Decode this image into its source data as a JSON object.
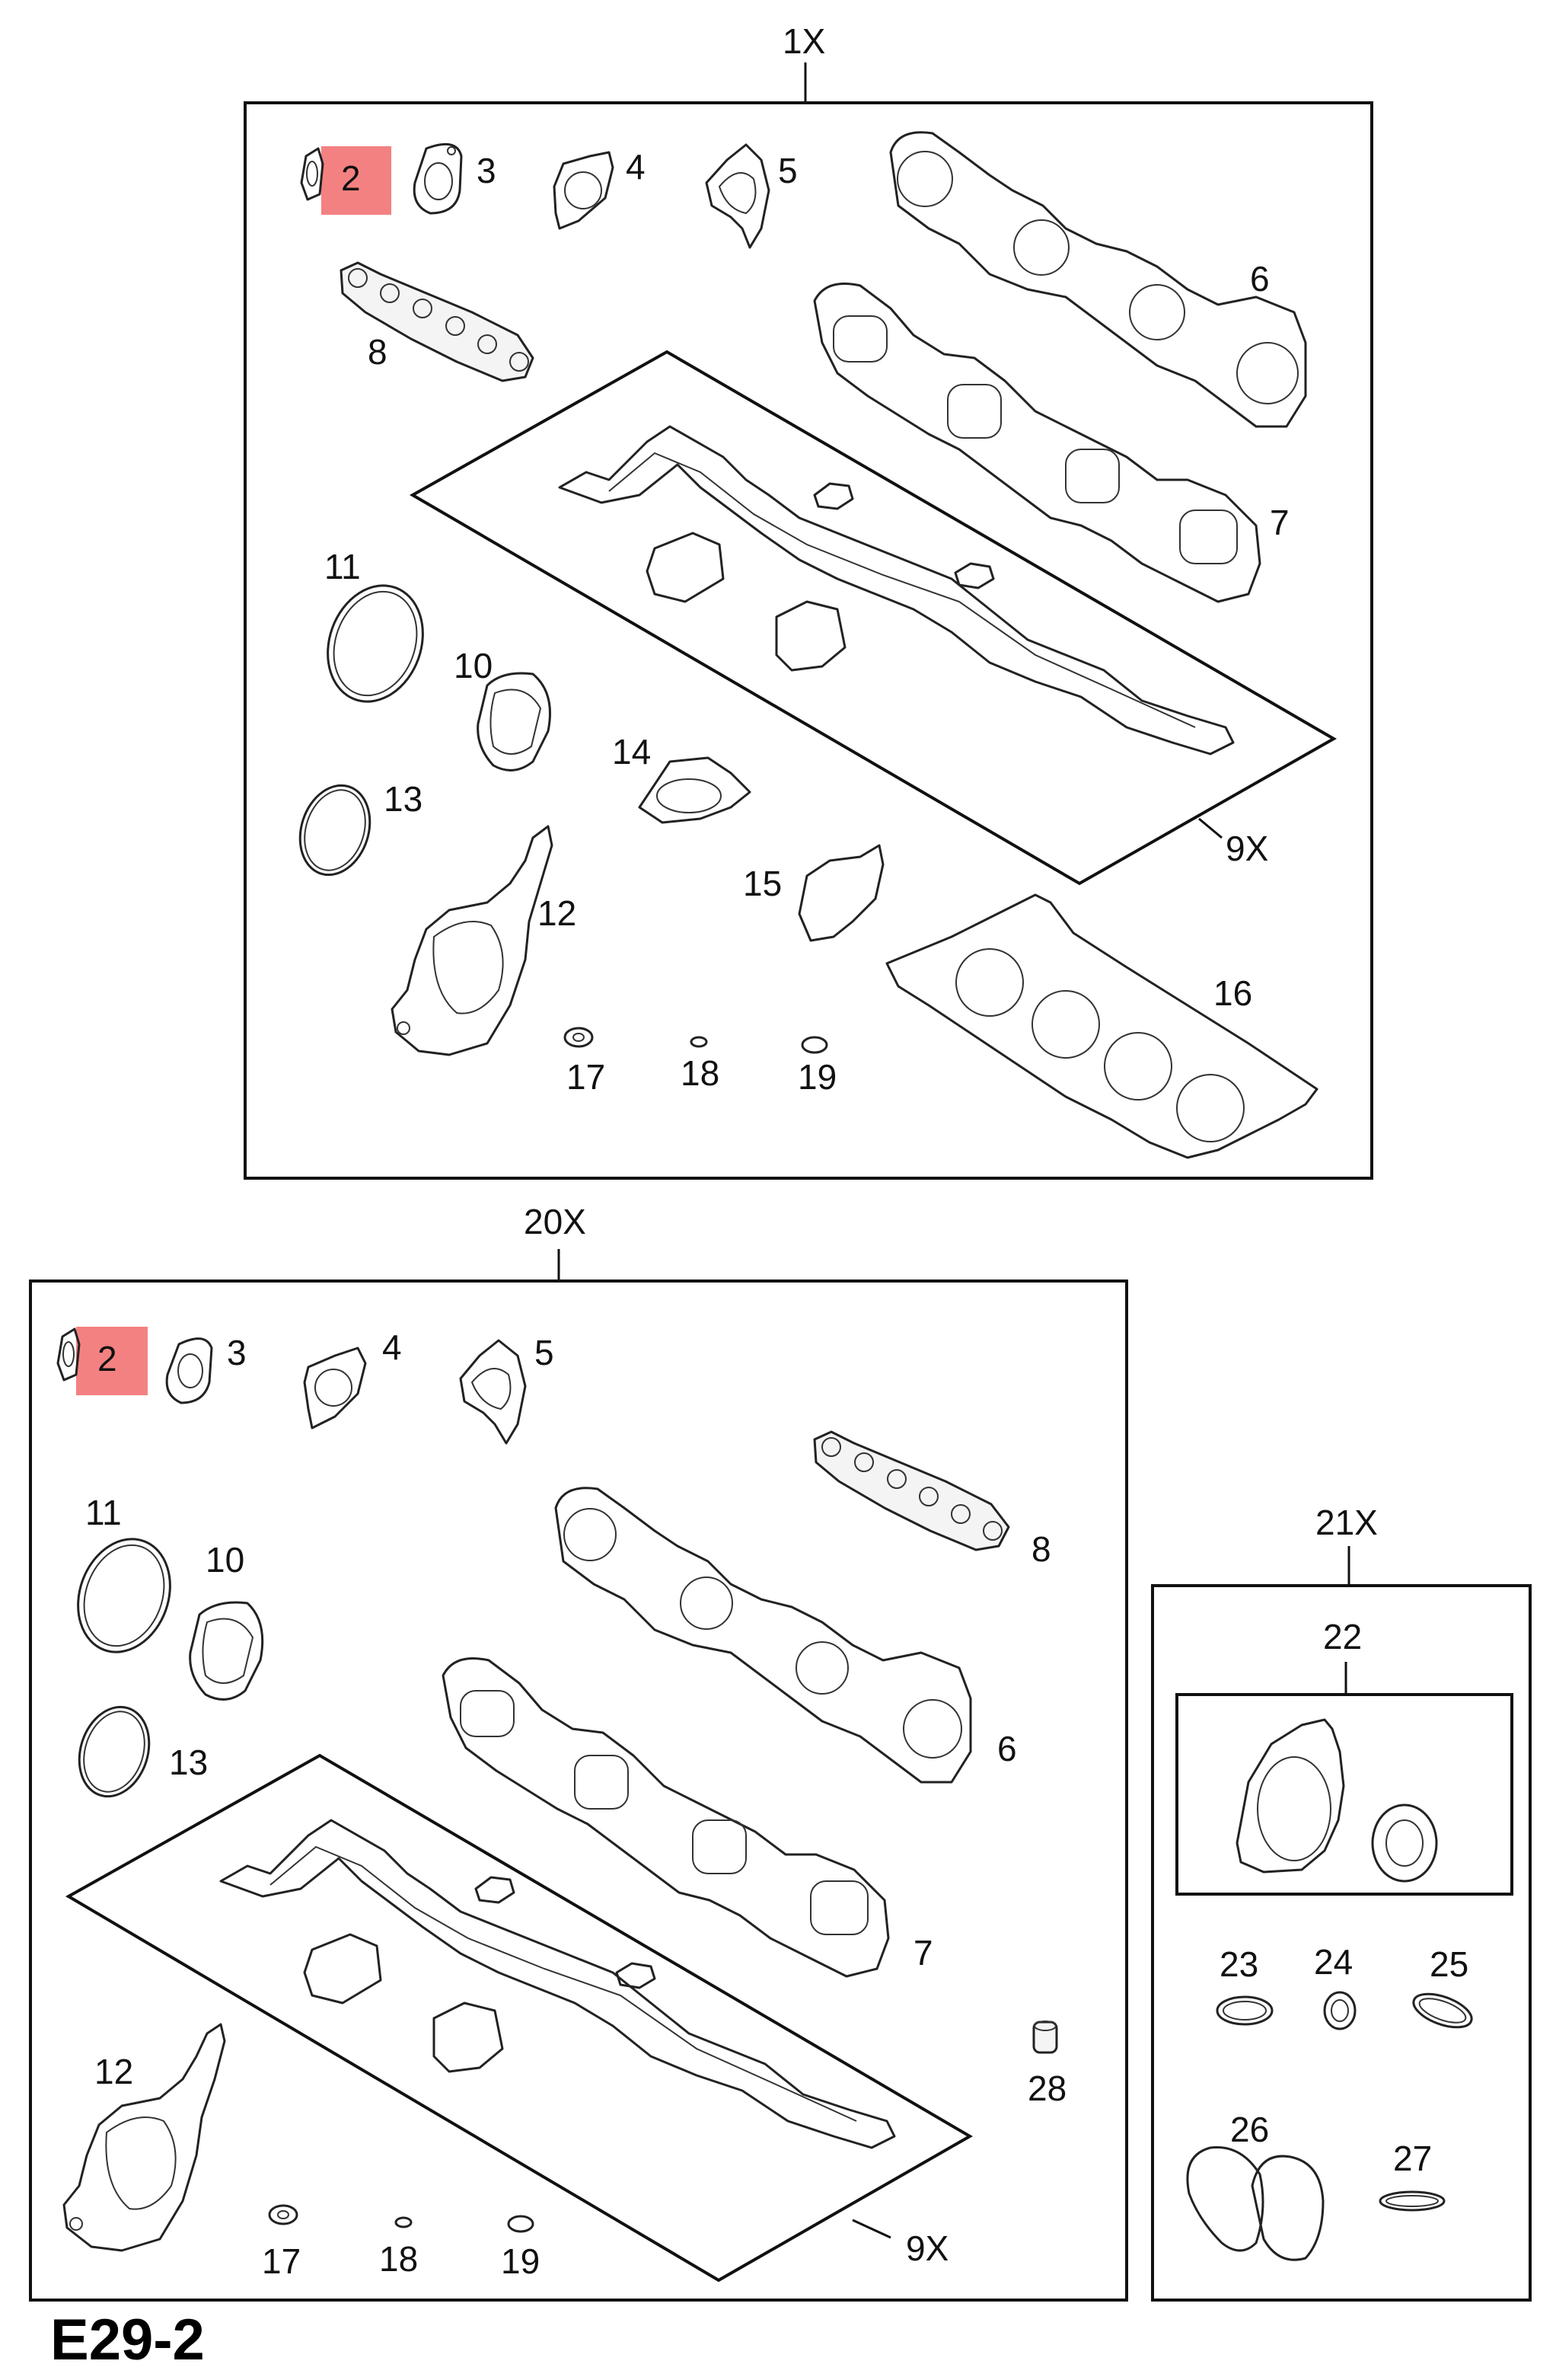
{
  "diagram_title": "E29-2",
  "highlight_color": "#f26b6b",
  "kits": [
    {
      "id": "kit-1",
      "label": "1X",
      "callouts": [
        "2",
        "3",
        "4",
        "5",
        "6",
        "7",
        "8",
        "9X",
        "10",
        "11",
        "12",
        "13",
        "14",
        "15",
        "16",
        "17",
        "18",
        "19"
      ]
    },
    {
      "id": "kit-20",
      "label": "20X",
      "callouts": [
        "2",
        "3",
        "4",
        "5",
        "6",
        "7",
        "8",
        "9X",
        "10",
        "11",
        "12",
        "13",
        "17",
        "18",
        "19",
        "28"
      ]
    },
    {
      "id": "kit-21",
      "label": "21X",
      "callouts": [
        "22",
        "23",
        "24",
        "25",
        "26",
        "27"
      ]
    }
  ],
  "highlighted_part": "2"
}
